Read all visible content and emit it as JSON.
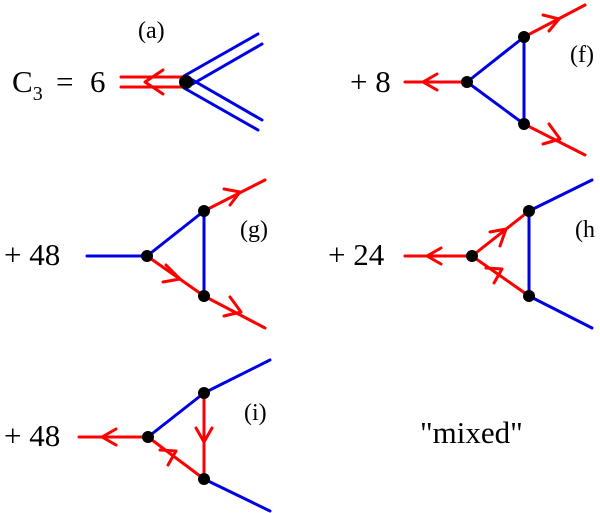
{
  "equation": {
    "lhs": "C",
    "lhs_sub": "3",
    "equals": "="
  },
  "terms": [
    {
      "coefficient": "6",
      "label": "(a)"
    },
    {
      "coefficient": "+ 8",
      "label": "(f)"
    },
    {
      "coefficient": "+ 48",
      "label": "(g)"
    },
    {
      "coefficient": "+ 24",
      "label": "(h"
    },
    {
      "coefficient": "+ 48",
      "label": "(i)"
    }
  ],
  "note": "\"mixed\"",
  "colors": {
    "red_line": "#ff0000",
    "blue_line": "#0000e6",
    "vertex": "#000000"
  }
}
